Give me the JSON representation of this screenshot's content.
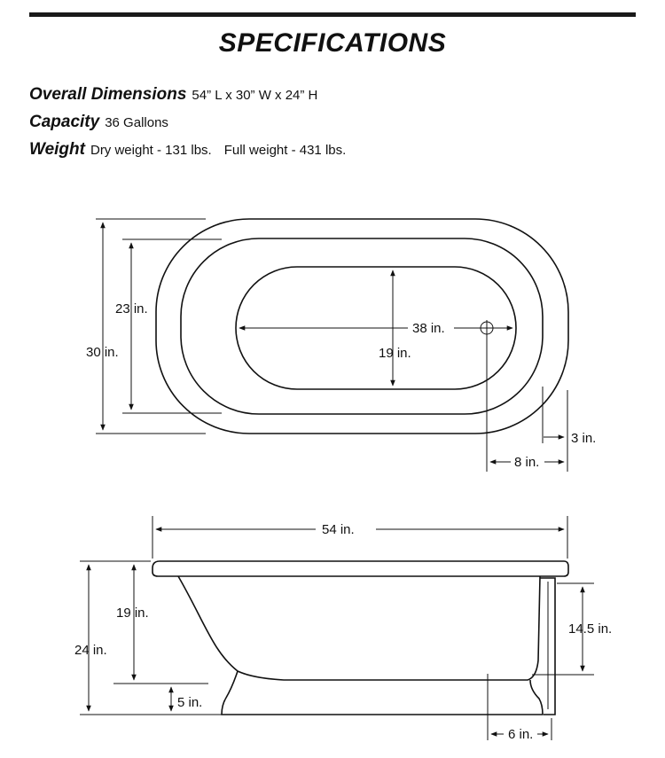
{
  "title": "SPECIFICATIONS",
  "specs": {
    "overall": {
      "label": "Overall Dimensions",
      "value": "54” L x 30” W x 24” H"
    },
    "capacity": {
      "label": "Capacity",
      "value": "36 Gallons"
    },
    "weight": {
      "label": "Weight",
      "dry": "Dry weight - 131 lbs.",
      "full": "Full weight - 431 lbs."
    }
  },
  "top_view": {
    "outer_width": "30 in.",
    "rim_width": "23 in.",
    "basin_length": "38 in.",
    "basin_width": "19 in.",
    "rim_thickness": "3 in.",
    "drain_offset": "8 in."
  },
  "side_view": {
    "overall_length": "54 in.",
    "overall_height": "24 in.",
    "basin_depth": "19 in.",
    "base_height": "5 in.",
    "drain_height": "14.5 in.",
    "drain_inset": "6 in."
  }
}
